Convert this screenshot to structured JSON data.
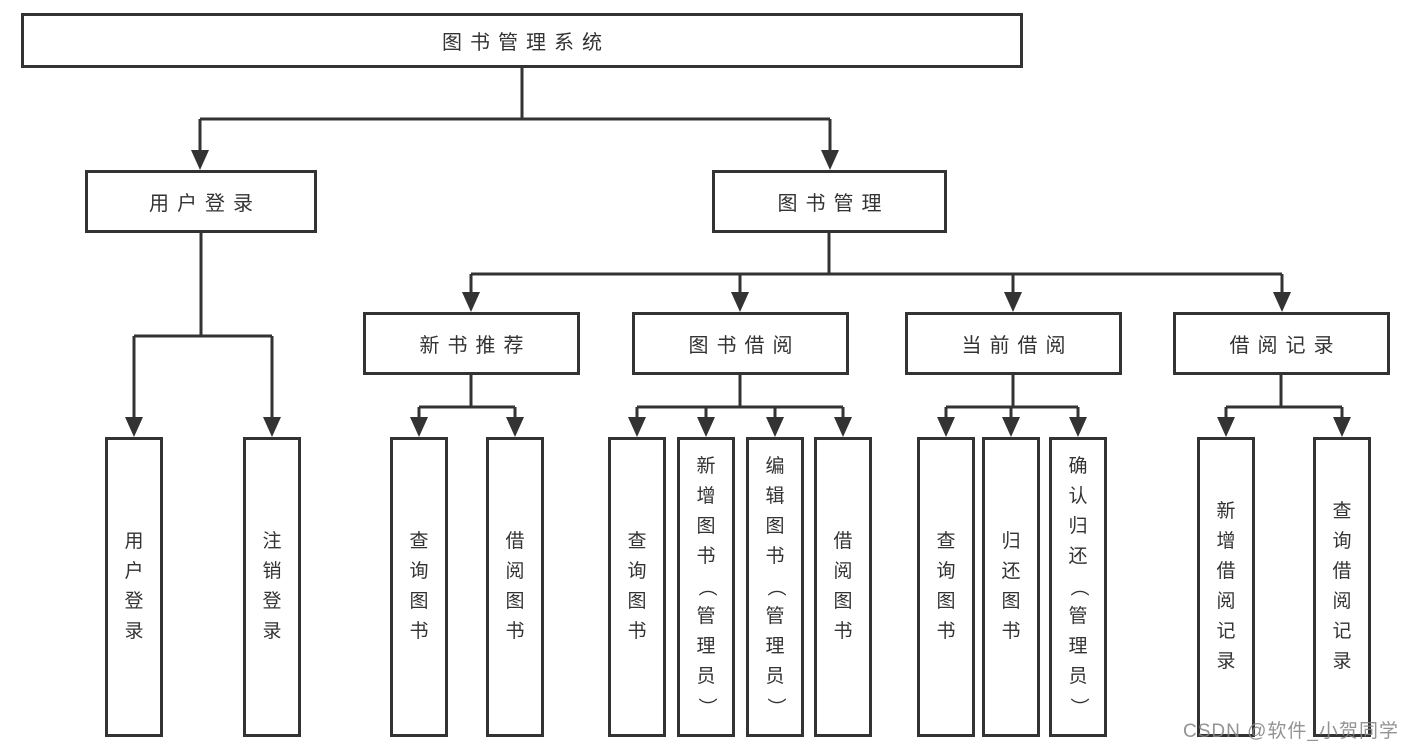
{
  "tree": {
    "label": "图书管理系统",
    "children": [
      {
        "label": "用户登录",
        "children": [
          {
            "label": "用户登录"
          },
          {
            "label": "注销登录"
          }
        ]
      },
      {
        "label": "图书管理",
        "children": [
          {
            "label": "新书推荐",
            "children": [
              {
                "label": "查询图书"
              },
              {
                "label": "借阅图书"
              }
            ]
          },
          {
            "label": "图书借阅",
            "children": [
              {
                "label": "查询图书"
              },
              {
                "label": "新增图书（管理员）"
              },
              {
                "label": "编辑图书（管理员）"
              },
              {
                "label": "借阅图书"
              }
            ]
          },
          {
            "label": "当前借阅",
            "children": [
              {
                "label": "查询图书"
              },
              {
                "label": "归还图书"
              },
              {
                "label": "确认归还（管理员）"
              }
            ]
          },
          {
            "label": "借阅记录",
            "children": [
              {
                "label": "新增借阅记录"
              },
              {
                "label": "查询借阅记录"
              }
            ]
          }
        ]
      }
    ]
  },
  "watermark": "CSDN @软件_小贺同学",
  "colors": {
    "line": "#333333",
    "border": "#333333",
    "background": "#ffffff",
    "text": "#333333",
    "watermark": "#848484"
  }
}
